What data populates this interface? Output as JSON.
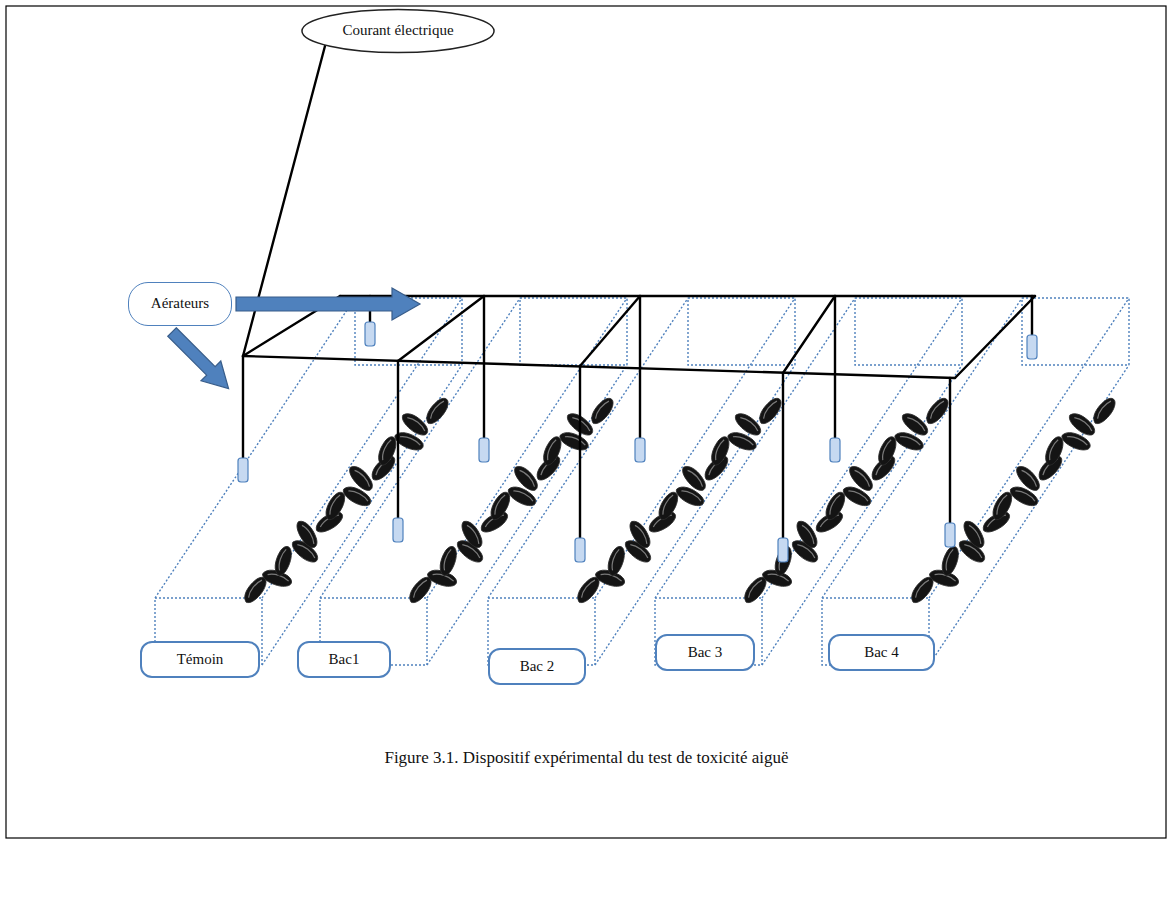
{
  "diagram": {
    "caption": "Figure 3.1. Dispositif expérimental du test de toxicité aiguë",
    "nodes": [
      {
        "text": [
          "Courant électrique"
        ]
      },
      {
        "text": [
          "Aérateurs"
        ]
      },
      {
        "text": [
          "Témoin"
        ]
      },
      {
        "text": [
          "Bac1"
        ]
      },
      {
        "text": [
          "Bac 2"
        ]
      },
      {
        "text": [
          "Bac 3"
        ]
      },
      {
        "text": [
          "Bac 4"
        ]
      }
    ]
  }
}
